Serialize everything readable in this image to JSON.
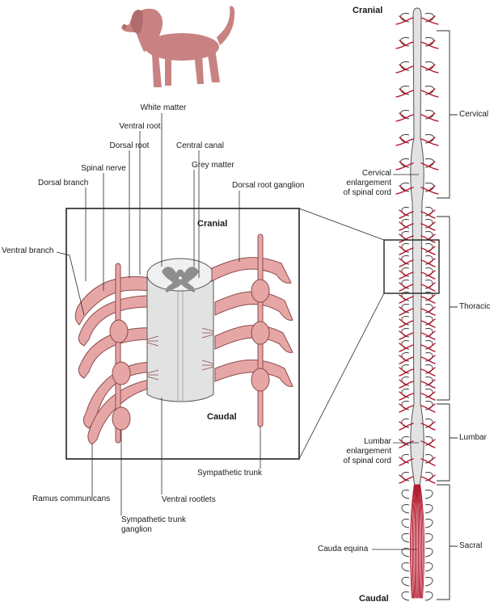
{
  "labels": {
    "white_matter": "White matter",
    "ventral_root": "Ventral root",
    "dorsal_root": "Dorsal root",
    "central_canal": "Central canal",
    "spinal_nerve": "Spinal nerve",
    "grey_matter": "Grey matter",
    "dorsal_branch": "Dorsal branch",
    "dorsal_root_ganglion": "Dorsal root ganglion",
    "ventral_branch": "Ventral branch",
    "cranial_inset": "Cranial",
    "caudal_inset": "Caudal",
    "sympathetic_trunk": "Sympathetic trunk",
    "ramus_communicans": "Ramus communicans",
    "ventral_rootlets": "Ventral rootlets",
    "sympathetic_trunk_ganglion": "Sympathetic trunk\nganglion",
    "cranial_cord": "Cranial",
    "caudal_cord": "Caudal",
    "cervical_enlargement": "Cervical\nenlargement\nof spinal cord",
    "lumbar_enlargement": "Lumbar\nenlargement\nof spinal cord",
    "cauda_equina": "Cauda equina",
    "cervical": "Cervical",
    "thoracic": "Thoracic",
    "lumbar": "Lumbar",
    "sacral": "Sacral"
  },
  "colors": {
    "dog": "#c88282",
    "nerve_fill": "#e7a6a6",
    "vessel": "#b3182d",
    "grey_matter": "#8e8e8e",
    "cord": "#e2e2e2"
  },
  "icons": {
    "dog": "dog-silhouette-icon"
  }
}
